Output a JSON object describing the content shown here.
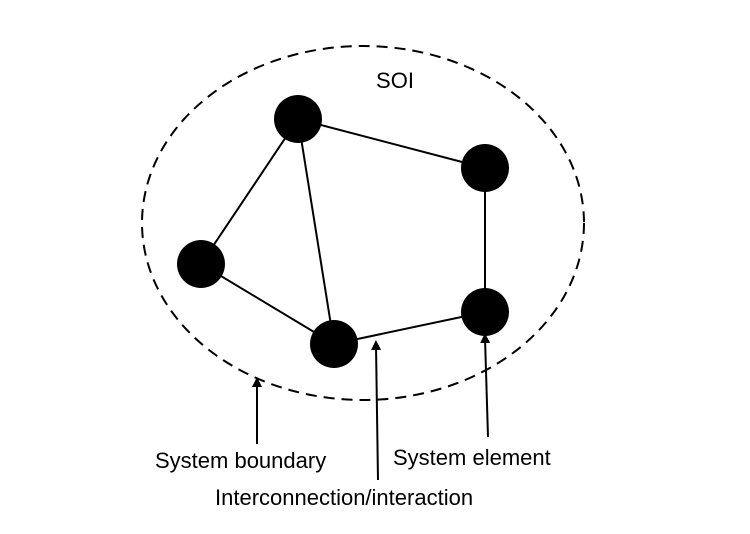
{
  "diagram": {
    "soi_label": "SOI",
    "labels": {
      "system_boundary": "System boundary",
      "system_element": "System element",
      "interconnection": "Interconnection/interaction"
    },
    "nodes": [
      {
        "id": "n-top"
      },
      {
        "id": "n-right-top"
      },
      {
        "id": "n-left"
      },
      {
        "id": "n-bottom-middle"
      },
      {
        "id": "n-right-bottom"
      }
    ],
    "edges": [
      [
        "n-top",
        "n-right-top"
      ],
      [
        "n-top",
        "n-left"
      ],
      [
        "n-top",
        "n-bottom-middle"
      ],
      [
        "n-left",
        "n-bottom-middle"
      ],
      [
        "n-bottom-middle",
        "n-right-bottom"
      ],
      [
        "n-right-top",
        "n-right-bottom"
      ]
    ],
    "colors": {
      "ink": "#000000",
      "background": "#ffffff"
    }
  }
}
